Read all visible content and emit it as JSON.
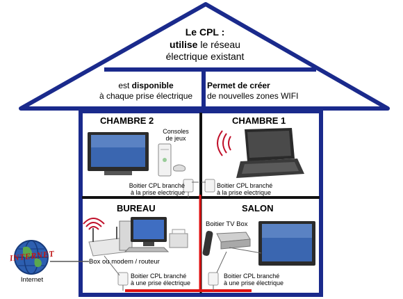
{
  "roof": {
    "line1": "Le CPL :",
    "line2_bold": "utilise",
    "line2_rest": " le réseau",
    "line3": "électrique existant"
  },
  "middle": {
    "left_prefix": "est ",
    "left_bold": "disponible",
    "left_line2": "à chaque prise électrique",
    "right_bold": "Permet de créer",
    "right_line2": "de nouvelles zones WIFI"
  },
  "rooms": {
    "chambre2": "CHAMBRE 2",
    "chambre1": "CHAMBRE 1",
    "bureau": "BUREAU",
    "salon": "SALON"
  },
  "labels": {
    "consoles_line1": "Consoles",
    "consoles_line2": "de jeux",
    "cpl_c2_line1": "Boitier CPL branché",
    "cpl_c2_line2": "à la prise electrique",
    "cpl_c1_line1": "Boitier CPL branché",
    "cpl_c1_line2": "à la prise electrique",
    "box_modem": "Box ou modem / routeur",
    "cpl_bureau_line1": "Boitier CPL branché",
    "cpl_bureau_line2": "à une prise électrique",
    "tvbox": "Boitier TV Box",
    "cpl_salon_line1": "Boitier CPL branché",
    "cpl_salon_line2": "à une prise électrique",
    "internet_logo": "INTERNET",
    "internet": "Internet"
  },
  "colors": {
    "house_outline": "#1a2a8c",
    "power_line": "#e01010",
    "wall": "#111111"
  }
}
